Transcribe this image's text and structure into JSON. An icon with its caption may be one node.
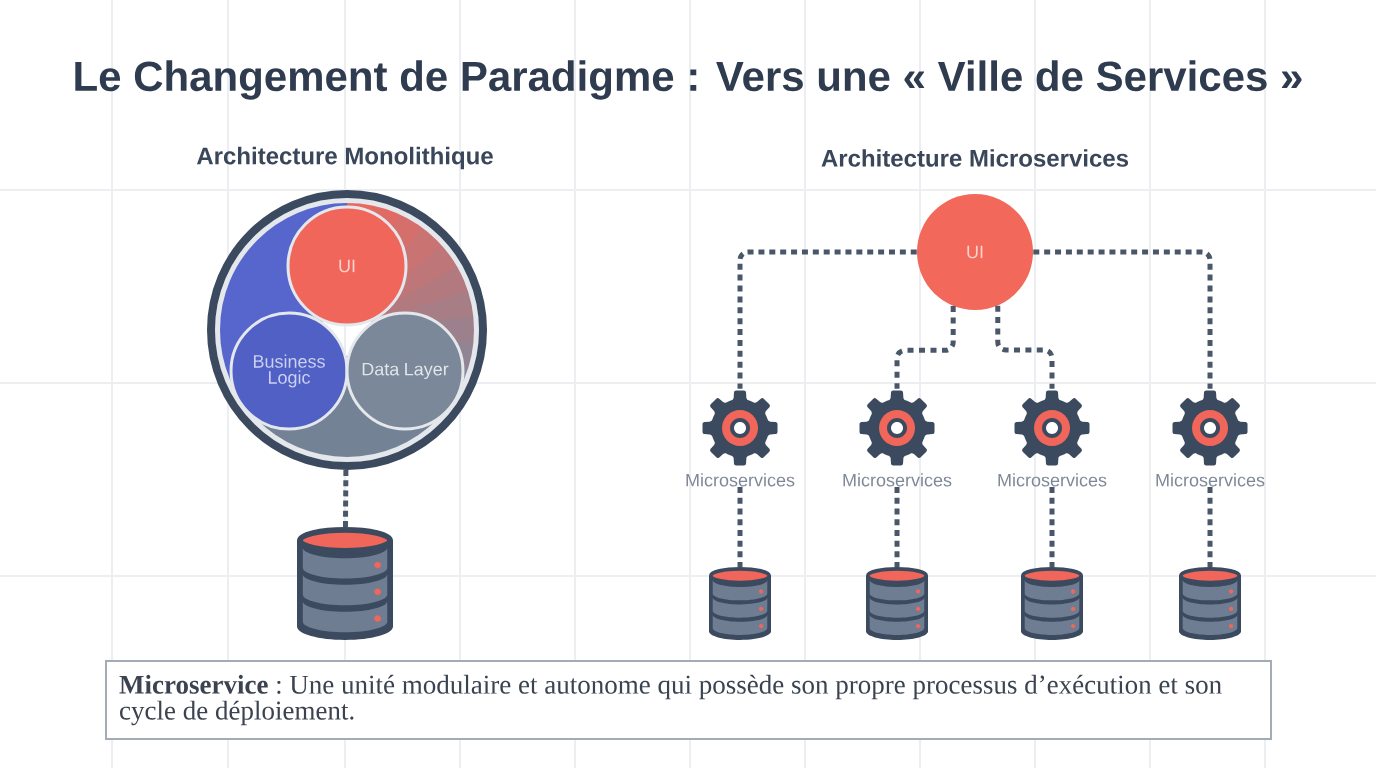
{
  "diagram": {
    "title": "Le Changement de Paradigme : Vers une « Ville de Services »",
    "nodes": [
      {
        "text": [],
        "shape": "circle"
      },
      {
        "text": [
          "UI"
        ],
        "in": 0
      },
      {
        "text": [
          "Business Logic"
        ],
        "in": 0
      },
      {
        "text": [
          "Data Layer"
        ],
        "in": 0
      },
      {
        "text": [],
        "shape": "cylinder"
      },
      {
        "text": [
          "UI"
        ]
      },
      {
        "text": [
          "Microservices"
        ]
      },
      {
        "text": [
          "Microservices"
        ]
      },
      {
        "text": [
          "Microservices"
        ]
      },
      {
        "text": [
          "Microservices"
        ]
      },
      {
        "text": [],
        "shape": "cylinder"
      },
      {
        "text": [],
        "shape": "cylinder"
      },
      {
        "text": [],
        "shape": "cylinder"
      },
      {
        "text": [],
        "shape": "cylinder"
      },
      {
        "text": [
          "**Microservice** : Une unité modulaire et autonome qui possède son propre processus d’exécution et son cycle de déploiement."
        ]
      }
    ],
    "edges": [
      {
        "from": 0,
        "to": 4,
        "arrow": "none",
        "style": "dashed"
      },
      {
        "from": 5,
        "to": 6,
        "arrow": "none",
        "style": "dashed"
      },
      {
        "from": 5,
        "to": 7,
        "arrow": "none",
        "style": "dashed"
      },
      {
        "from": 5,
        "to": 8,
        "arrow": "none",
        "style": "dashed"
      },
      {
        "from": 5,
        "to": 9,
        "arrow": "none",
        "style": "dashed"
      },
      {
        "from": 6,
        "to": 10,
        "arrow": "none",
        "style": "dashed"
      },
      {
        "from": 7,
        "to": 11,
        "arrow": "none",
        "style": "dashed"
      },
      {
        "from": 8,
        "to": 12,
        "arrow": "none",
        "style": "dashed"
      },
      {
        "from": 9,
        "to": 13,
        "arrow": "none",
        "style": "dashed"
      }
    ],
    "labels": [
      "Architecture Monolithique",
      "Architecture Microservices"
    ]
  }
}
